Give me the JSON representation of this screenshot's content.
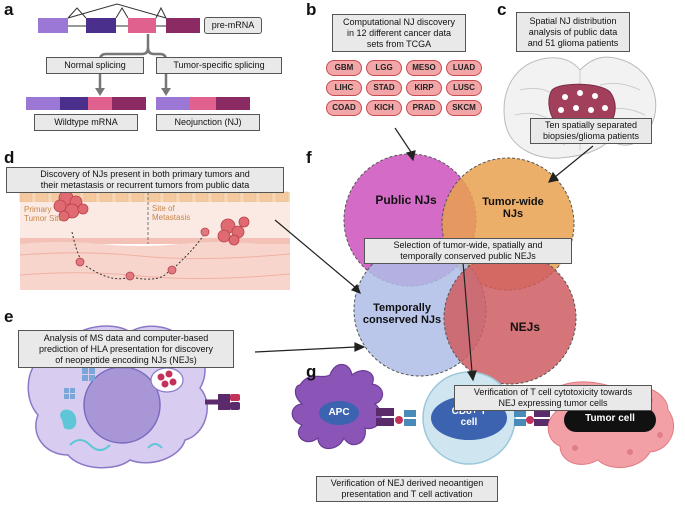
{
  "panels": [
    "a",
    "b",
    "c",
    "d",
    "e",
    "f",
    "g"
  ],
  "panel_a": {
    "pre_mrna_label": "pre-mRNA",
    "normal_splicing": "Normal splicing",
    "tumor_splicing": "Tumor-specific splicing",
    "wildtype_label": "Wildtype mRNA",
    "neojunction_label": "Neojunction (NJ)"
  },
  "panel_b": {
    "line1": "Computational NJ discovery",
    "line2": "in 12 different cancer data",
    "line3": "sets from TCGA",
    "cancers": [
      "GBM",
      "LGG",
      "MESO",
      "LUAD",
      "LIHC",
      "STAD",
      "KIRP",
      "LUSC",
      "COAD",
      "KICH",
      "PRAD",
      "SKCM"
    ]
  },
  "panel_c": {
    "line1": "Spatial NJ distribution",
    "line2": "analysis of public data",
    "line3": "and 51 glioma patients",
    "sub1": "Ten spatially separated",
    "sub2": "biopsies/glioma patients"
  },
  "panel_d": {
    "line1": "Discovery of NJs present in both primary tumors and",
    "line2": "their metastasis or recurrent tumors from public data",
    "primary_1": "Primary",
    "primary_2": "Tumor Site",
    "meta_1": "Site of",
    "meta_2": "Metastasis"
  },
  "panel_e": {
    "line1": "Analysis of MS data and computer-based",
    "line2": "prediction of HLA presentation for discovery",
    "line3": "of neopeptide encoding NJs (NEJs)"
  },
  "panel_f": {
    "public_njs": "Public NJs",
    "tumor_wide_1": "Tumor-wide",
    "tumor_wide_2": "NJs",
    "temporal_1": "Temporally",
    "temporal_2": "conserved NJs",
    "nejs": "NEJs",
    "selection_1": "Selection of tumor-wide, spatially and",
    "selection_2": "temporally conserved public NEJs"
  },
  "panel_g": {
    "apc": "APC",
    "cd8_1": "CD8+ T",
    "cd8_2": "cell",
    "tumor_cell": "Tumor cell",
    "verify_tox_1": "Verification of T cell cytotoxicity towards",
    "verify_tox_2": "NEJ expressing tumor cells",
    "verify_neo_1": "Verification of NEJ derived neoantigen",
    "verify_neo_2": "presentation and T cell activation"
  },
  "colors": {
    "exon_light_purple": "#9b77d6",
    "exon_dark_purple": "#4a2f8c",
    "exon_pink": "#e0608e",
    "exon_maroon": "#8c2b63",
    "public_circle": "#cf5bc0",
    "tumor_wide_circle": "#e7a14f",
    "temporal_circle": "#aebde6",
    "nej_circle": "#cf5d62"
  }
}
